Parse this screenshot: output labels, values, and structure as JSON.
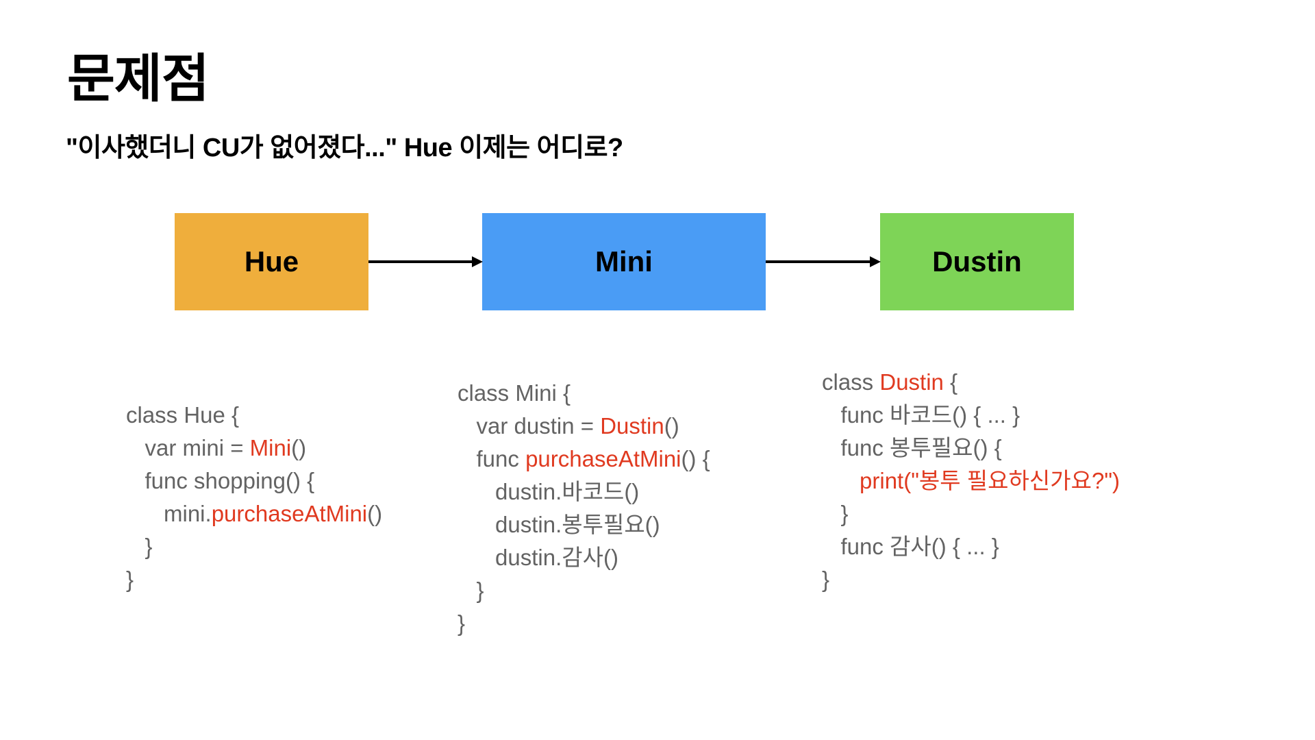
{
  "slide": {
    "title": "문제점",
    "subtitle": "\"이사했더니 CU가 없어졌다...\" Hue 이제는 어디로?",
    "background_color": "#FFFFFF"
  },
  "diagram": {
    "nodes": [
      {
        "id": "hue",
        "label": "Hue",
        "color": "#EFAE3C"
      },
      {
        "id": "mini",
        "label": "Mini",
        "color": "#4A9CF5"
      },
      {
        "id": "dustin",
        "label": "Dustin",
        "color": "#7ED457"
      }
    ],
    "arrows": [
      {
        "from": "hue",
        "to": "mini",
        "style": "solid-arrow",
        "color": "#000000"
      },
      {
        "from": "mini",
        "to": "dustin",
        "style": "solid-arrow",
        "color": "#000000"
      }
    ]
  },
  "code_blocks": [
    {
      "id": "hue",
      "text_color": "#636363",
      "highlight_color": "#E03A20",
      "lines": [
        [
          {
            "t": "class Hue {"
          }
        ],
        [
          {
            "t": "   var mini = "
          },
          {
            "t": "Mini",
            "hl": true
          },
          {
            "t": "()"
          }
        ],
        [
          {
            "t": "   func shopping() {"
          }
        ],
        [
          {
            "t": "      mini."
          },
          {
            "t": "purchaseAtMini",
            "hl": true
          },
          {
            "t": "()"
          }
        ],
        [
          {
            "t": "   }"
          }
        ],
        [
          {
            "t": "}"
          }
        ]
      ]
    },
    {
      "id": "mini",
      "text_color": "#636363",
      "highlight_color": "#E03A20",
      "lines": [
        [
          {
            "t": "class Mini {"
          }
        ],
        [
          {
            "t": "   var dustin = "
          },
          {
            "t": "Dustin",
            "hl": true
          },
          {
            "t": "()"
          }
        ],
        [
          {
            "t": "   func "
          },
          {
            "t": "purchaseAtMini",
            "hl": true
          },
          {
            "t": "() {"
          }
        ],
        [
          {
            "t": "      dustin.바코드()"
          }
        ],
        [
          {
            "t": "      dustin.봉투필요()"
          }
        ],
        [
          {
            "t": "      dustin.감사()"
          }
        ],
        [
          {
            "t": "   }"
          }
        ],
        [
          {
            "t": "}"
          }
        ]
      ]
    },
    {
      "id": "dustin",
      "text_color": "#636363",
      "highlight_color": "#E03A20",
      "lines": [
        [
          {
            "t": "class "
          },
          {
            "t": "Dustin",
            "hl": true
          },
          {
            "t": " {"
          }
        ],
        [
          {
            "t": "   func 바코드() { ... }"
          }
        ],
        [
          {
            "t": "   func 봉투필요() {"
          }
        ],
        [
          {
            "t": "      "
          },
          {
            "t": "print(\"봉투 필요하신가요?\")",
            "hl": true
          }
        ],
        [
          {
            "t": "   }"
          }
        ],
        [
          {
            "t": "   func 감사() { ... }"
          }
        ],
        [
          {
            "t": "}"
          }
        ]
      ]
    }
  ]
}
